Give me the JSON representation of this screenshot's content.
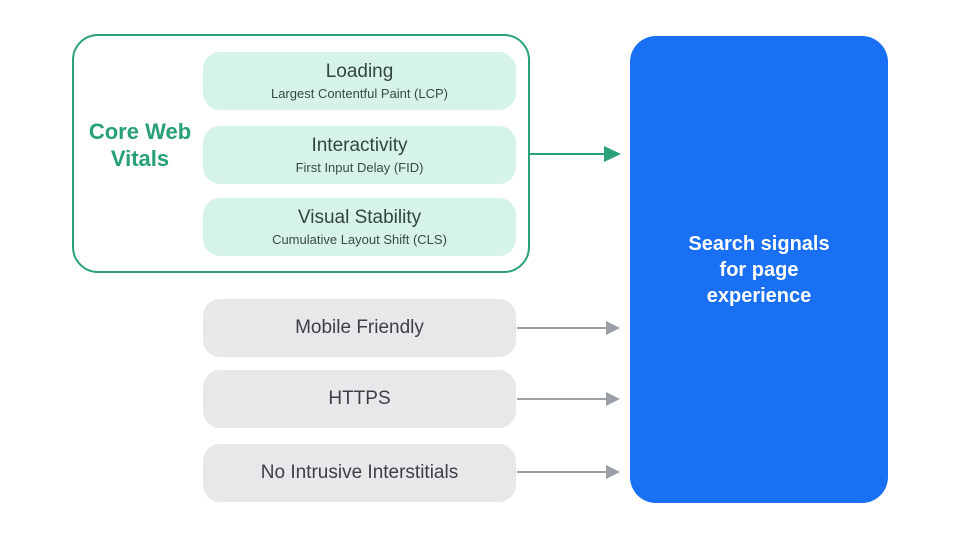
{
  "diagram": {
    "core_web_vitals": {
      "title": "Core Web Vitals",
      "accent_color": "#2aa17b",
      "title_color": "#27a077",
      "pill_bg": "#d5f3e6",
      "items": [
        {
          "title": "Loading",
          "subtitle": "Largest Contentful Paint (LCP)"
        },
        {
          "title": "Interactivity",
          "subtitle": "First Input Delay (FID)"
        },
        {
          "title": "Visual Stability",
          "subtitle": "Cumulative Layout Shift (CLS)"
        }
      ]
    },
    "other_signals": {
      "pill_bg": "#e8e8ea",
      "text_color": "#3c4043",
      "items": [
        {
          "label": "Mobile Friendly"
        },
        {
          "label": "HTTPS"
        },
        {
          "label": "No Intrusive Interstitials"
        }
      ]
    },
    "result": {
      "label": "Search signals for page experience",
      "bg_color": "#1a70f5",
      "text_color": "#ffffff"
    },
    "arrows": {
      "teal_color": "#2aa17b",
      "gray_color": "#9aa0a6"
    }
  }
}
